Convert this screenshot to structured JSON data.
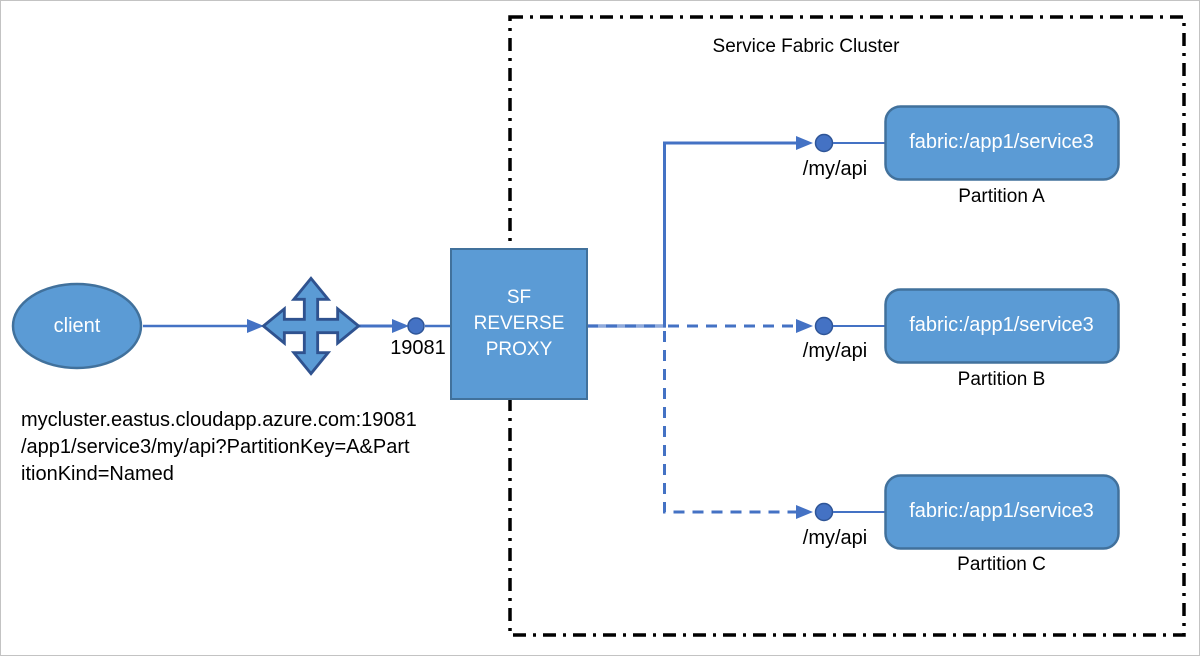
{
  "colors": {
    "shape-fill": "#5B9BD5",
    "shape-stroke": "#41719C",
    "icon-stroke": "#2F528F",
    "connector": "#4472C4",
    "connector-dark": "#2F5597",
    "connector-light": "#8FAADC",
    "cluster-border": "#000000",
    "text-dark": "#000000",
    "text-light": "#FFFFFF",
    "canvas-border": "#C3C3C3"
  },
  "diagram": {
    "client_label": "client",
    "port_label": "19081",
    "proxy_label": "SF\nREVERSE\nPROXY",
    "cluster_title": "Service Fabric Cluster",
    "request_url": "mycluster.eastus.cloudapp.azure.com:19081\n/app1/service3/my/api?PartitionKey=A&Part\nitionKind=Named",
    "partitions": [
      {
        "service": "fabric:/app1/service3",
        "name": "Partition A",
        "route": "/my/api",
        "line_style": "solid"
      },
      {
        "service": "fabric:/app1/service3",
        "name": "Partition B",
        "route": "/my/api",
        "line_style": "dashed"
      },
      {
        "service": "fabric:/app1/service3",
        "name": "Partition C",
        "route": "/my/api",
        "line_style": "dashed"
      }
    ]
  }
}
